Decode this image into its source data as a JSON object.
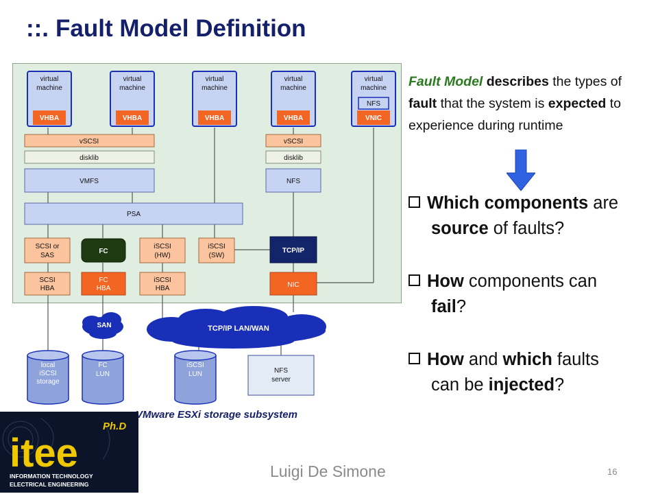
{
  "slide": {
    "title_prefix": "::.",
    "title": "Fault Model Definition",
    "page_number": "16",
    "author": "Luigi De Simone"
  },
  "diagram": {
    "caption": "VMware ESXi storage subsystem",
    "vm_label_line1": "virtual",
    "vm_label_line2": "machine",
    "vhba": "VHBA",
    "vnic": "VNIC",
    "nfs_vm": "NFS",
    "vscsi": "vSCSI",
    "disklib": "disklib",
    "vmfs": "VMFS",
    "nfs": "NFS",
    "psa": "PSA",
    "scsi_sas_1": "SCSI or",
    "scsi_sas_2": "SAS",
    "fc": "FC",
    "iscsi_hw_1": "iSCSI",
    "iscsi_hw_2": "(HW)",
    "iscsi_sw_1": "iSCSI",
    "iscsi_sw_2": "(SW)",
    "tcpip": "TCP/IP",
    "scsi_hba_1": "SCSI",
    "scsi_hba_2": "HBA",
    "fc_hba_1": "FC",
    "fc_hba_2": "HBA",
    "iscsi_hba_1": "iSCSI",
    "iscsi_hba_2": "HBA",
    "nic": "NIC",
    "san": "SAN",
    "lan": "TCP/IP LAN/WAN",
    "storage_local_1": "local",
    "storage_local_2": "iSCSI",
    "storage_local_3": "storage",
    "storage_fc_1": "FC",
    "storage_fc_2": "LUN",
    "storage_iscsi_1": "iSCSI",
    "storage_iscsi_2": "LUN",
    "nfs_server_1": "NFS",
    "nfs_server_2": "server"
  },
  "description": {
    "fault_model": "Fault Model",
    "describes": "describes",
    "the_types_of": "the types of",
    "fault": "fault",
    "that_the_system_is": "that the system is",
    "expected": "expected",
    "rest": "to experience during runtime"
  },
  "questions": [
    {
      "b1": "Which components",
      "t1": " are",
      "b2": "source",
      "t2": " of faults?"
    },
    {
      "b1": "How",
      "t1": " components can",
      "b2": "fail",
      "t2": "?"
    },
    {
      "b1": "How",
      "t1": " and ",
      "b1b": "which",
      "t1b": " faults",
      "t2a": "can be ",
      "b2": "injected",
      "t2": "?"
    }
  ],
  "logo": {
    "main": "itee",
    "badge": "Ph.D",
    "line1": "INFORMATION TECHNOLOGY",
    "line2": "ELECTRICAL ENGINEERING"
  },
  "colors": {
    "title": "#14206a",
    "green": "#2a7a1e",
    "orange": "#f26522",
    "light_orange": "#fbc39e",
    "blue_box": "#c7d3f3",
    "navy_box": "#14246a",
    "dark_green": "#1e3a10",
    "cloud": "#1a2fb8",
    "diagram_bg": "#dfeee0"
  }
}
